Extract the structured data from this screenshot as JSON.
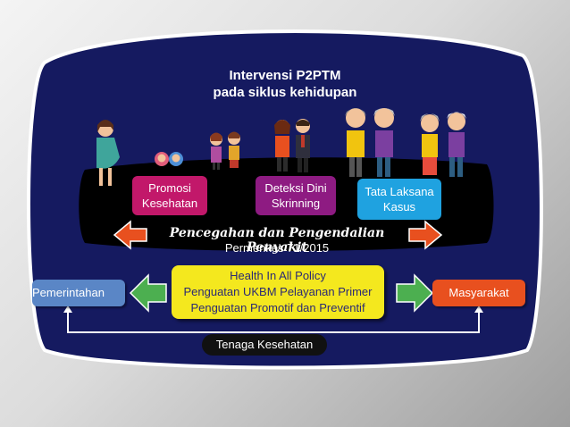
{
  "title": {
    "line1": "Intervensi P2PTM",
    "line2": "pada siklus kehidupan"
  },
  "boxes": {
    "promosi": {
      "line1": "Promosi",
      "line2": "Kesehatan",
      "color": "#c2186a"
    },
    "deteksi": {
      "line1": "Deteksi Dini",
      "line2": "Skrinning",
      "color": "#8e1b82"
    },
    "tata": {
      "line1": "Tata Laksana",
      "line2": "Kasus",
      "color": "#1fa2e0"
    }
  },
  "banner": {
    "main": "Pencegahan dan Pengendalian Penyakit",
    "sub": "Permenkes 71/2015"
  },
  "left_box": {
    "label": "Pemerintahan",
    "color": "#5a86c6"
  },
  "right_box": {
    "label": "Masyarakat",
    "color": "#e8501f"
  },
  "policy": {
    "line1": "Health In All Policy",
    "line2": "Penguatan UKBM Pelayanan Primer",
    "line3": "Penguatan Promotif dan Preventif",
    "color": "#f4e81e"
  },
  "footer": {
    "label": "Tenaga Kesehatan"
  },
  "colors": {
    "panel": "#141a5e",
    "arrow_orange": "#e8501f",
    "arrow_green": "#4caf50"
  }
}
